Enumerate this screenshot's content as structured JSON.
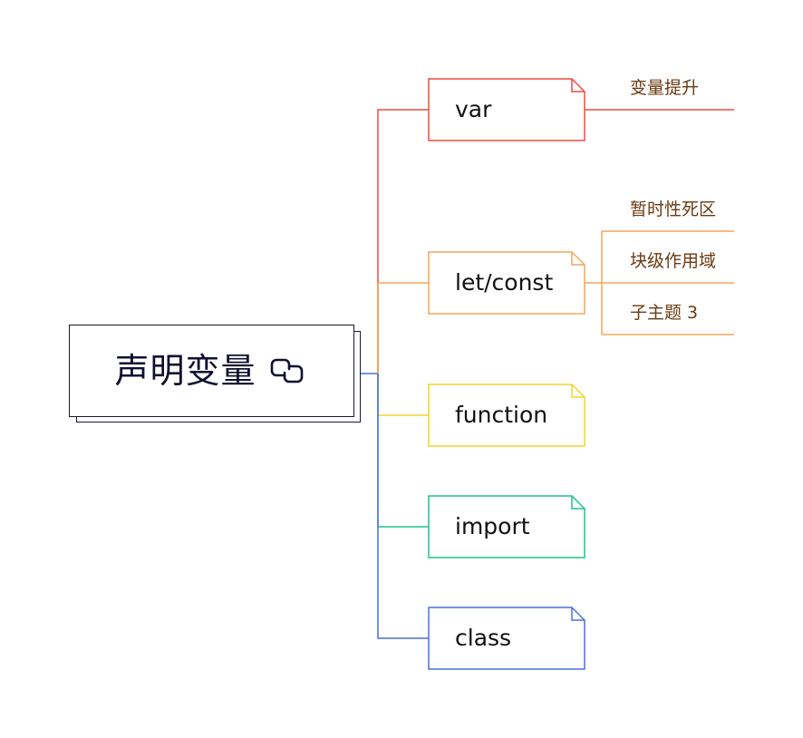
{
  "root": {
    "title": "声明变量",
    "icon": "link-icon"
  },
  "colors": {
    "var": "#ea4d3d",
    "let_const": "#f2a55a",
    "function": "#f1d32c",
    "import": "#22c08a",
    "class": "#4c6fe0",
    "root_border": "#1a1a2e",
    "sub_text": "#6b3a12"
  },
  "topics": [
    {
      "label": "var",
      "color": "#ea4d3d",
      "subtopics": [
        "变量提升"
      ]
    },
    {
      "label": "let/const",
      "color": "#f2a55a",
      "subtopics": [
        "暂时性死区",
        "块级作用域",
        "子主题 3"
      ]
    },
    {
      "label": "function",
      "color": "#f1d32c",
      "subtopics": []
    },
    {
      "label": "import",
      "color": "#22c08a",
      "subtopics": []
    },
    {
      "label": "class",
      "color": "#4c6fe0",
      "subtopics": []
    }
  ]
}
